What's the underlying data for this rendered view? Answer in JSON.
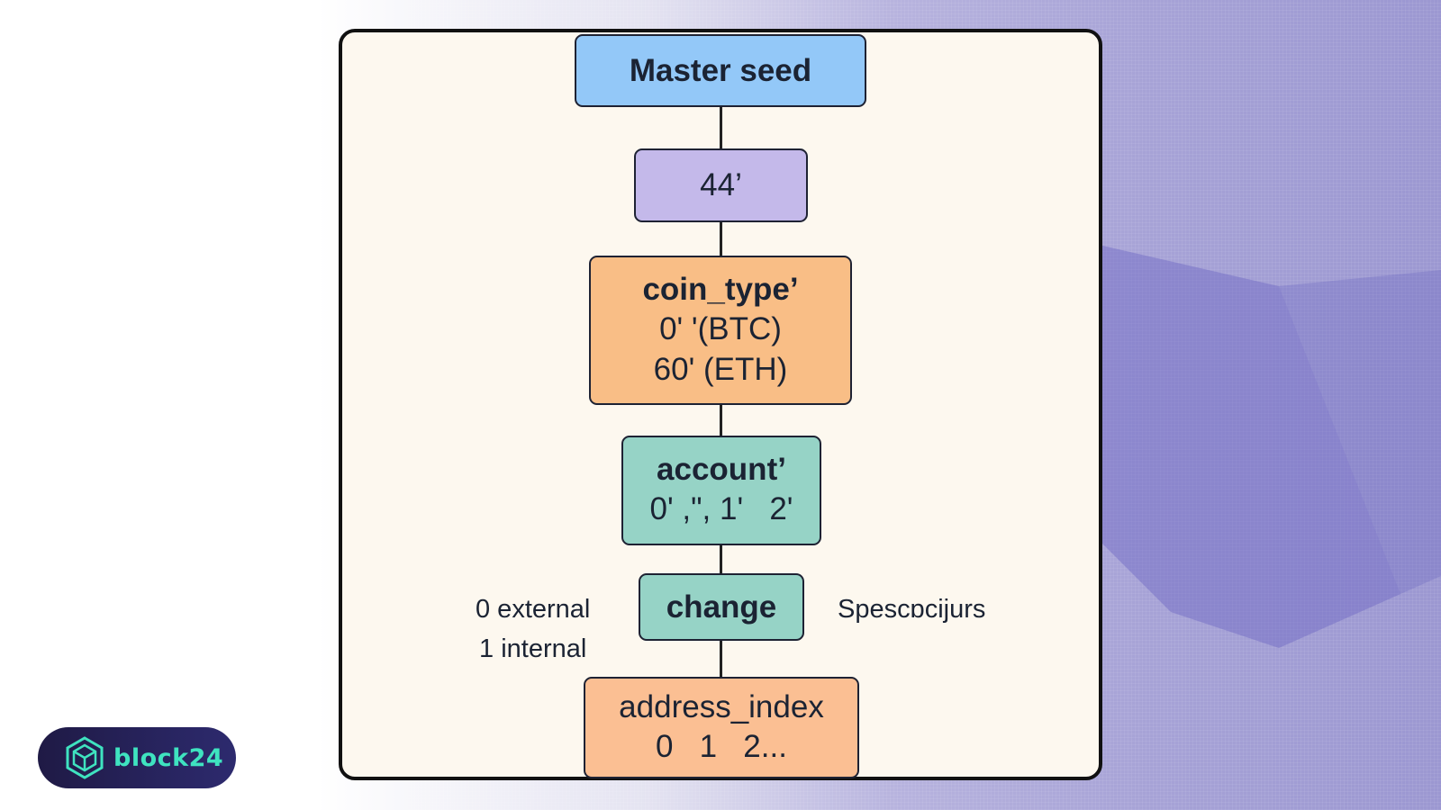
{
  "diagram": {
    "nodes": [
      {
        "id": "master-seed",
        "title": "Master seed",
        "lines": []
      },
      {
        "id": "purpose",
        "title": "",
        "lines": [
          "44’"
        ]
      },
      {
        "id": "coin-type",
        "title": "coin_type’",
        "lines": [
          "0' '(BTC)",
          "60' (ETH)"
        ]
      },
      {
        "id": "account",
        "title": "account’",
        "lines": [
          "0' ,\", 1'   2'"
        ]
      },
      {
        "id": "change",
        "title": "change",
        "lines": []
      },
      {
        "id": "address-index",
        "title": "address_index",
        "lines": [
          "0   1   2..."
        ]
      }
    ],
    "change_left_labels": [
      "0 external",
      "1 internal"
    ],
    "change_right_label": "Spescɒcijurs"
  },
  "brand": {
    "name": "block24",
    "icon": "hexagon-cube-icon",
    "text_color": "#3fe3c0"
  },
  "colors": {
    "master_seed": "#93c8f8",
    "purpose": "#c4b9ea",
    "coin_type": "#f9be86",
    "account": "#96d3c6",
    "change": "#96d3c6",
    "address_index": "#fbbf93"
  }
}
